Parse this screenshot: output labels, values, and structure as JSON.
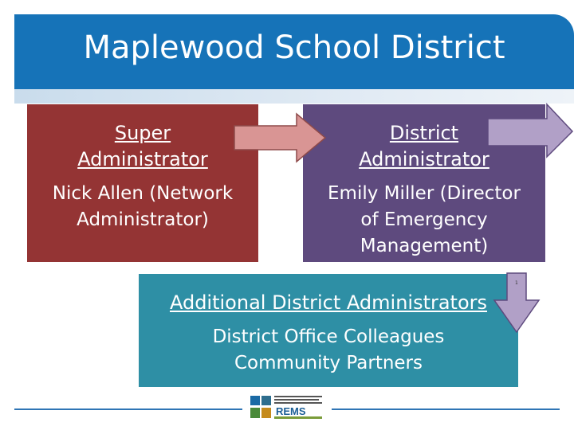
{
  "title": "Maplewood School District",
  "boxes": {
    "super": {
      "heading_line1": "Super",
      "heading_line2": "Administrator",
      "body_line1": "Nick Allen (Network",
      "body_line2": "Administrator)"
    },
    "district": {
      "heading_line1": "District",
      "heading_line2": "Administrator",
      "body_line1": "Emily Miller (Director",
      "body_line2": "of Emergency",
      "body_line3": "Management)"
    },
    "additional": {
      "heading": "Additional District Administrators",
      "body_line1": "District Office Colleagues",
      "body_line2": "Community Partners"
    }
  },
  "footer": {
    "logo_text": "REMS"
  },
  "mark": "1",
  "colors": {
    "header": "#1673b8",
    "super_box": "#943434",
    "district_box": "#5e4a7e",
    "additional_box": "#2e8fa5",
    "arrow_red": "#d99594",
    "arrow_purple": "#b1a0c7",
    "footer_line": "#2f75b5"
  }
}
